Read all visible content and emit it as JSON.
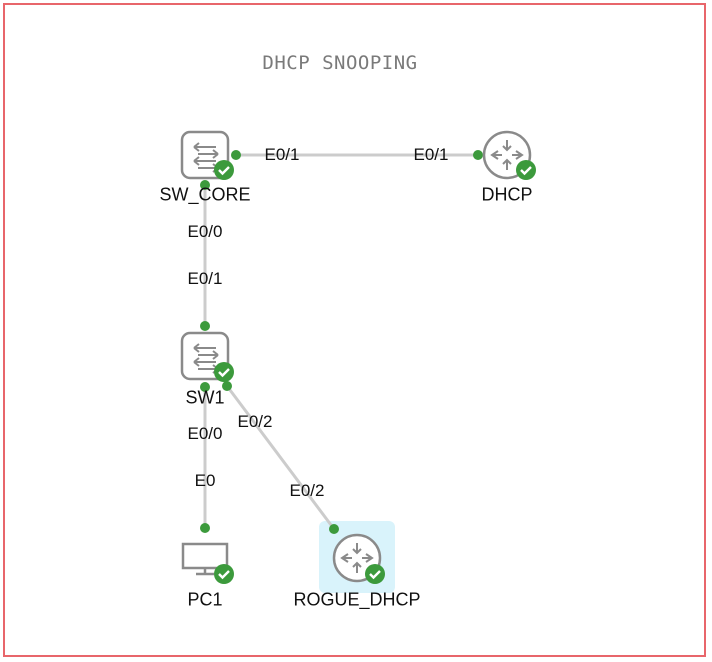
{
  "title": "DHCP SNOOPING",
  "colors": {
    "frame": "#e8666b",
    "link": "#cccccc",
    "port_dot": "#3c9a3c",
    "status_ok": "#3c9a3c",
    "icon_stroke": "#8a8a8a",
    "highlight": "#d9f3fb"
  },
  "nodes": [
    {
      "id": "sw_core",
      "label": "SW_CORE",
      "type": "switch",
      "status": "ok"
    },
    {
      "id": "dhcp",
      "label": "DHCP",
      "type": "router",
      "status": "ok"
    },
    {
      "id": "sw1",
      "label": "SW1",
      "type": "switch",
      "status": "ok"
    },
    {
      "id": "pc1",
      "label": "PC1",
      "type": "pc",
      "status": "ok"
    },
    {
      "id": "rogue_dhcp",
      "label": "ROGUE_DHCP",
      "type": "router",
      "status": "ok",
      "selected": true
    }
  ],
  "links": [
    {
      "from": "sw_core",
      "from_port": "E0/1",
      "to": "dhcp",
      "to_port": "E0/1"
    },
    {
      "from": "sw_core",
      "from_port": "E0/0",
      "to": "sw1",
      "to_port": "E0/1"
    },
    {
      "from": "sw1",
      "from_port": "E0/0",
      "to": "pc1",
      "to_port": "E0"
    },
    {
      "from": "sw1",
      "from_port": "E0/2",
      "to": "rogue_dhcp",
      "to_port": "E0/2"
    }
  ]
}
